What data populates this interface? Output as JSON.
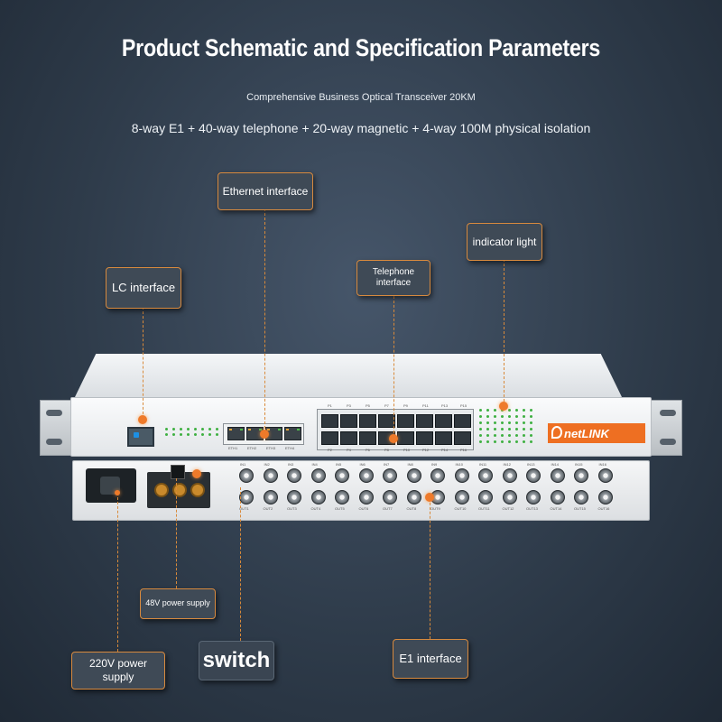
{
  "header": {
    "title": "Product Schematic and Specification Parameters",
    "subtitle": "Comprehensive Business Optical Transceiver 20KM",
    "spec": "8-way E1 + 40-way telephone + 20-way magnetic + 4-way 100M physical isolation"
  },
  "callouts": {
    "ethernet": "Ethernet interface",
    "indicator": "indicator light",
    "telephone": "Telephone interface",
    "lc": "LC interface",
    "power48": "48V power supply",
    "power220": "220V power supply",
    "switch": "switch",
    "e1": "E1 interface"
  },
  "device": {
    "brand": "netLINK",
    "eth_labels": [
      "ETH1",
      "ETH2",
      "ETH3",
      "ETH4"
    ],
    "phone_top": [
      "P1",
      "P3",
      "P5",
      "P7",
      "P9",
      "P11",
      "P13",
      "P15"
    ],
    "phone_bottom": [
      "P2",
      "P4",
      "P6",
      "P8",
      "P10",
      "P12",
      "P14",
      "P16"
    ],
    "e1_in": [
      "IN1",
      "IN2",
      "IN3",
      "IN4",
      "IN5",
      "IN6",
      "IN7",
      "IN8",
      "IN9",
      "IN10",
      "IN11",
      "IN12",
      "IN13",
      "IN14",
      "IN15",
      "IN16"
    ],
    "e1_out": [
      "OUT1",
      "OUT2",
      "OUT3",
      "OUT4",
      "OUT5",
      "OUT6",
      "OUT7",
      "OUT8",
      "OUT9",
      "OUT10",
      "OUT11",
      "OUT12",
      "OUT13",
      "OUT14",
      "OUT15",
      "OUT16"
    ]
  },
  "colors": {
    "accent": "#ee7a2a",
    "background": "#2f3c4b",
    "led": "#3fb042"
  }
}
